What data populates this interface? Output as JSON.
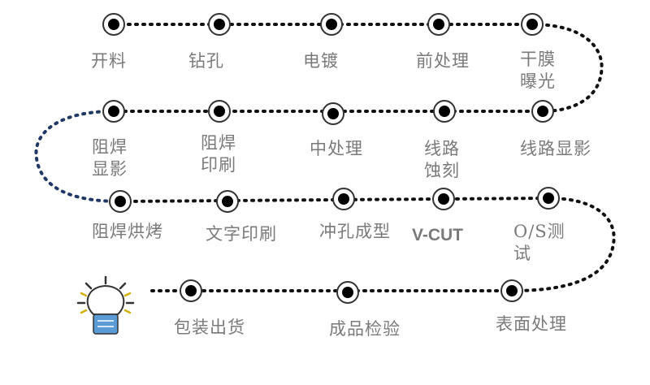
{
  "steps": [
    {
      "label": "开料"
    },
    {
      "label": "钻孔"
    },
    {
      "label": "电镀"
    },
    {
      "label": "前处理"
    },
    {
      "label": "干膜曝光"
    },
    {
      "label": "线路显影"
    },
    {
      "label": "线路蚀刻"
    },
    {
      "label": "中处理"
    },
    {
      "label": "阻焊印刷"
    },
    {
      "label": "阻焊显影"
    },
    {
      "label": "阻焊烘烤"
    },
    {
      "label": "文字印刷"
    },
    {
      "label": "冲孔成型"
    },
    {
      "label": "V-CUT"
    },
    {
      "label": "O/S测试"
    },
    {
      "label": "表面处理"
    },
    {
      "label": "成品检验"
    },
    {
      "label": "包装出货"
    }
  ],
  "colors": {
    "path": "#111111",
    "path_return": "#1f3864",
    "node_ring": "#333333",
    "node_dot": "#000000",
    "label": "#7a7a7a",
    "bulb_glass": "#ffffff",
    "bulb_base": "#5b9bd5",
    "rays": "#d4b000"
  },
  "icons": {
    "end": "lightbulb-icon"
  }
}
